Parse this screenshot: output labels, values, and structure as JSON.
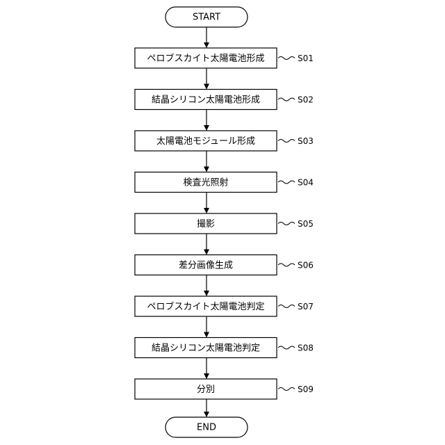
{
  "flowchart": {
    "start_label": "START",
    "end_label": "END",
    "steps": [
      {
        "label": "ペロブスカイト太陽電池形成",
        "id": "S01"
      },
      {
        "label": "結晶シリコン太陽電池形成",
        "id": "S02"
      },
      {
        "label": "太陽電池モジュール形成",
        "id": "S03"
      },
      {
        "label": "検査光照射",
        "id": "S04"
      },
      {
        "label": "撮影",
        "id": "S05"
      },
      {
        "label": "差分画像生成",
        "id": "S06"
      },
      {
        "label": "ペロブスカイト太陽電池判定",
        "id": "S07"
      },
      {
        "label": "結晶シリコン太陽電池判定",
        "id": "S08"
      },
      {
        "label": "分別",
        "id": "S09"
      }
    ],
    "colors": {
      "stroke": "#000000",
      "fill": "#ffffff"
    }
  }
}
